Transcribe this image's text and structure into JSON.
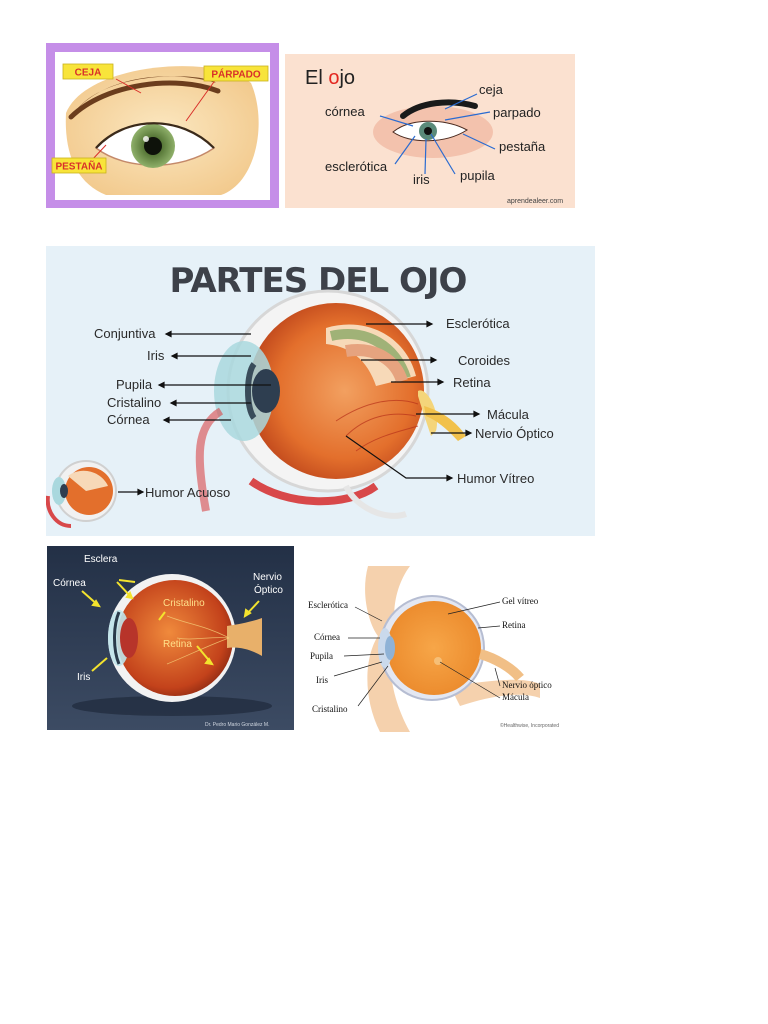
{
  "panel1": {
    "labels": {
      "ceja": "CEJA",
      "parpado": "PÁRPADO",
      "pestana": "PESTAÑA"
    },
    "accent": "#c58ee8"
  },
  "panel2": {
    "title_el": "El ",
    "title_o": "o",
    "title_jo": "jo",
    "labels": {
      "ceja": "ceja",
      "cornea": "córnea",
      "parpado": "parpado",
      "pestana": "pestaña",
      "esclerotica": "esclerótica",
      "iris": "iris",
      "pupila": "pupila"
    },
    "credit": "aprendealeer.com",
    "accent": "#e3261f"
  },
  "panel3": {
    "title": "PARTES DEL OJO",
    "labels": {
      "conjuntiva": "Conjuntiva",
      "iris": "Iris",
      "pupila": "Pupila",
      "cristalino": "Cristalino",
      "cornea": "Córnea",
      "esclerotica": "Esclerótica",
      "coroides": "Coroides",
      "retina": "Retina",
      "macula": "Mácula",
      "nervio": "Nervio Óptico",
      "humor_vitreo": "Humor Vítreo",
      "humor_acuoso": "Humor Acuoso"
    }
  },
  "panel4": {
    "labels": {
      "esclera": "Esclera",
      "cornea": "Córnea",
      "nervio1": "Nervio",
      "nervio2": "Óptico",
      "cristalino": "Cristalino",
      "retina": "Retina",
      "iris": "Iris"
    },
    "credit": "Dr. Pedro Mario González M."
  },
  "panel5": {
    "labels": {
      "esclerotica": "Esclerótica",
      "cornea": "Córnea",
      "pupila": "Pupila",
      "iris": "Iris",
      "cristalino": "Cristalino",
      "gel": "Gel vítreo",
      "retina": "Retina",
      "nervio": "Nervio óptico",
      "macula": "Mácula"
    },
    "credit": "©Healthwise, Incorporated"
  }
}
